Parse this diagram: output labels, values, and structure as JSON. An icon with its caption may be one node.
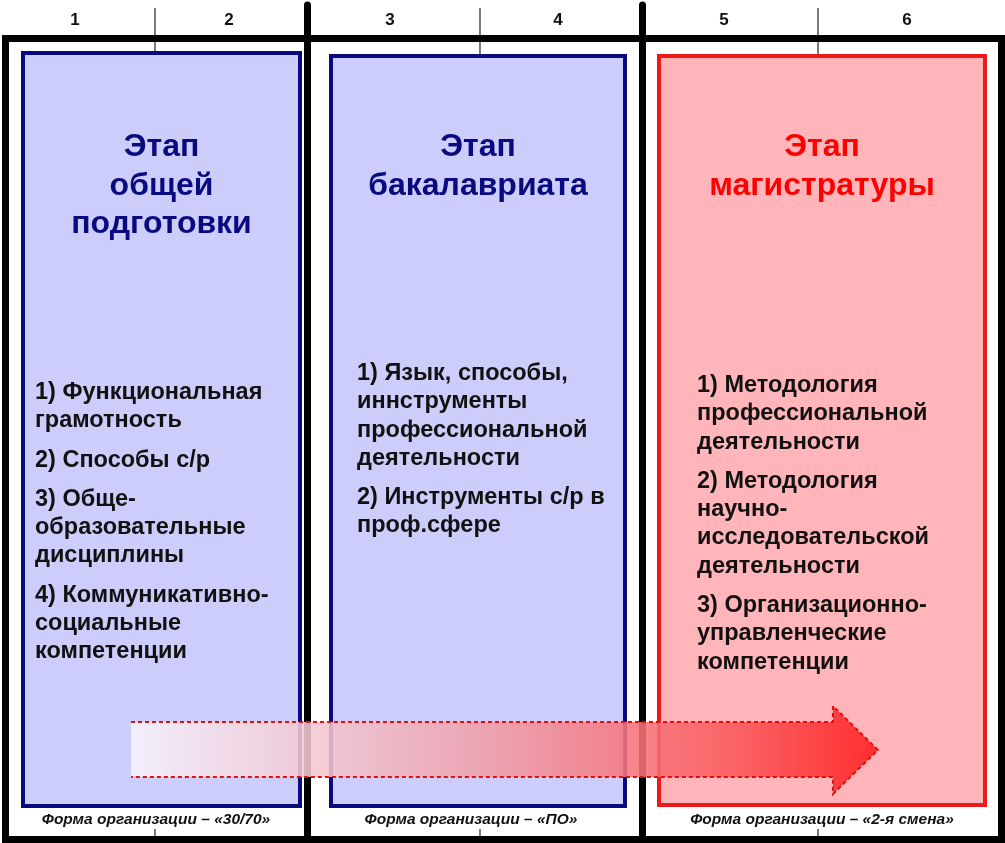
{
  "diagram": {
    "nodes": [
      {
        "text": [
          "Форма организации – «30/70»"
        ]
      },
      {
        "text": [
          "Этап общей подготовки",
          "1) Функциональная грамотность",
          "2) Способы с/р",
          "3) Обще-образовательные дисциплины",
          "4) Коммуникативно-социальные компетенции"
        ],
        "in": 0
      },
      {
        "text": [
          "Форма организации – «ПО»"
        ]
      },
      {
        "text": [
          "Этап бакалавриата",
          "1) Язык, способы, иннструменты профессиональной деятельности",
          "2) Инструменты с/р в проф.сфере"
        ],
        "in": 2
      },
      {
        "text": [
          "Форма организации – «2-я смена»"
        ]
      },
      {
        "text": [
          "Этап магистратуры",
          "1) Методология профессиональной деятельности",
          "2) Методология научно-исследовательской деятельности",
          "3) Организационно-управленческие компетенции"
        ],
        "in": 4
      }
    ],
    "labels": [
      "1",
      "2",
      "3",
      "4",
      "5",
      "6"
    ]
  }
}
